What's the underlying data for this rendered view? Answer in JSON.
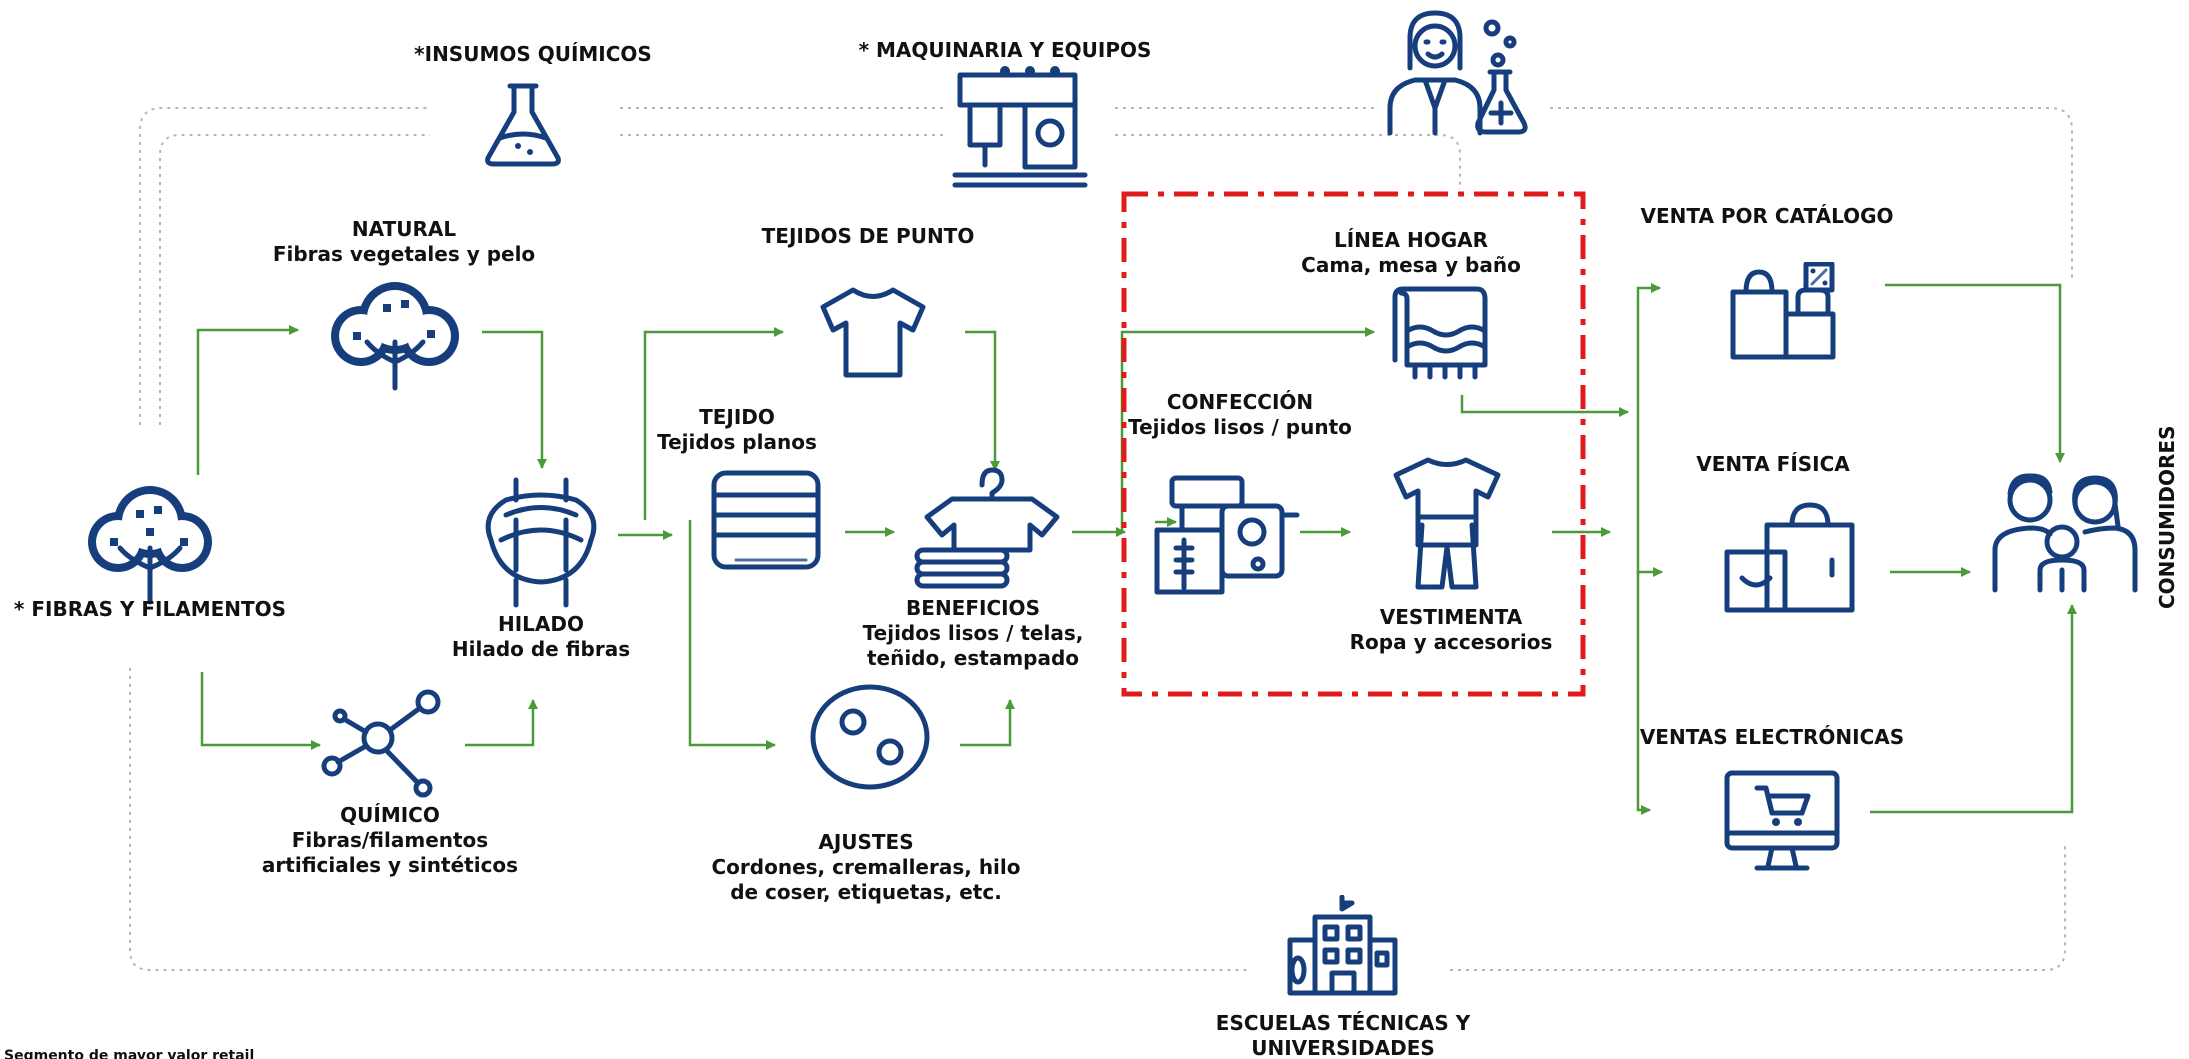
{
  "diagram": {
    "accent_colors": {
      "icon": "#163e7c",
      "arrow": "#4a9a3a",
      "highlight_box": "#e01b1b",
      "dotted": "#b5b5b5"
    },
    "nodes": {
      "fibras": {
        "title": "* FIBRAS Y FILAMENTOS",
        "subtitle": "",
        "icon": "cotton-plant-icon"
      },
      "natural": {
        "title": "NATURAL",
        "subtitle": "Fibras vegetales y pelo",
        "icon": "cotton-boll-icon"
      },
      "quimico": {
        "title": "QUÍMICO",
        "subtitle": "Fibras/filamentos",
        "subtitle2": "artificiales y sintéticos",
        "icon": "molecule-icon"
      },
      "hilado": {
        "title": "HILADO",
        "subtitle": "Hilado de fibras",
        "icon": "yarn-icon"
      },
      "insumos": {
        "title": "*INSUMOS QUÍMICOS",
        "icon": "flask-icon"
      },
      "maquinaria": {
        "title": "* MAQUINARIA Y EQUIPOS",
        "icon": "sewing-machine-icon"
      },
      "investigacion": {
        "icon": "scientist-icon"
      },
      "tejidos_punto": {
        "title": "TEJIDOS DE PUNTO",
        "icon": "tshirt-icon"
      },
      "tejido": {
        "title": "TEJIDO",
        "subtitle": "Tejidos planos",
        "icon": "fabric-stack-icon"
      },
      "beneficios": {
        "title": "BENEFICIOS",
        "subtitle": "Tejidos lisos / telas,",
        "subtitle2": "teñido, estampado",
        "icon": "clothes-hanger-icon"
      },
      "ajustes": {
        "title": "AJUSTES",
        "subtitle": "Cordones, cremalleras, hilo",
        "subtitle2": "de coser, etiquetas, etc.",
        "icon": "button-icon"
      },
      "confeccion": {
        "title": "CONFECCIÓN",
        "subtitle": "Tejidos lisos / punto",
        "icon": "sewing-icon"
      },
      "linea_hogar": {
        "title": "LÍNEA HOGAR",
        "subtitle": "Cama, mesa y baño",
        "icon": "towel-icon"
      },
      "vestimenta": {
        "title": "VESTIMENTA",
        "subtitle": "Ropa y accesorios",
        "icon": "clothing-icon"
      },
      "venta_catalogo": {
        "title": "VENTA POR CATÁLOGO",
        "icon": "shopping-bags-icon"
      },
      "venta_fisica": {
        "title": "VENTA FÍSICA",
        "icon": "shopping-bag-icon"
      },
      "ventas_electronicas": {
        "title": "VENTAS ELECTRÓNICAS",
        "icon": "computer-cart-icon"
      },
      "consumidores": {
        "title": "CONSUMIDORES",
        "icon": "family-icon"
      },
      "escuelas": {
        "title": "ESCUELAS TÉCNICAS Y",
        "subtitle": "UNIVERSIDADES",
        "icon": "university-icon"
      }
    },
    "footnote": "Segmento de mayor valor retail"
  }
}
